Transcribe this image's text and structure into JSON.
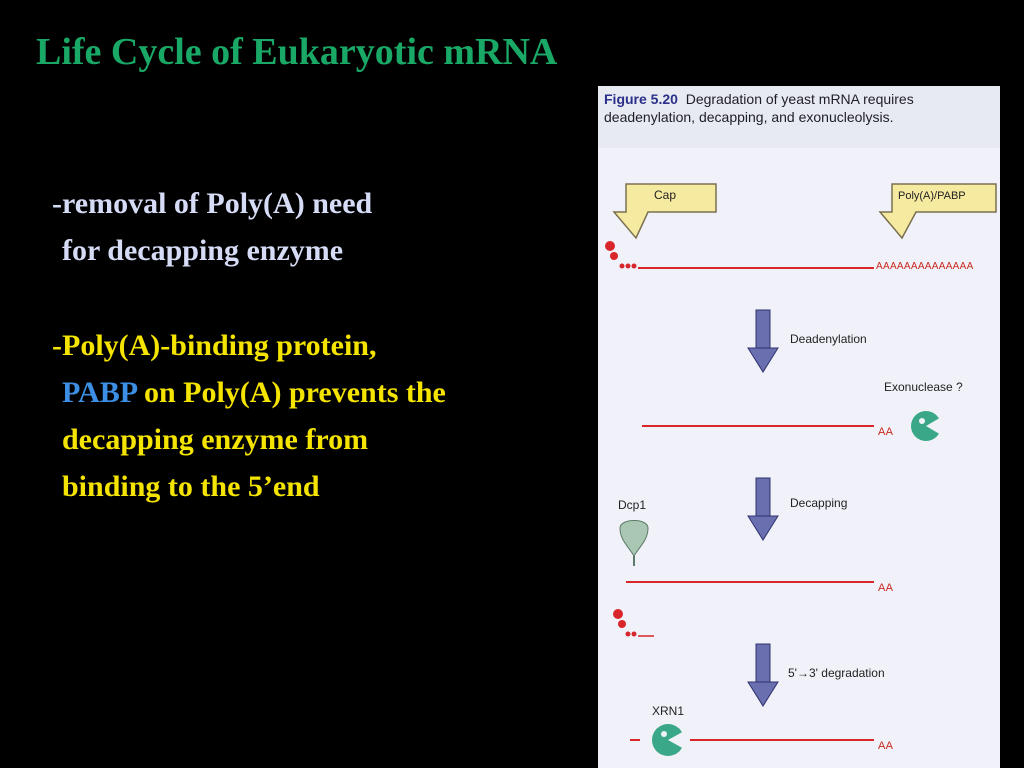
{
  "slide": {
    "title": "Life Cycle of Eukaryotic mRNA",
    "point1": {
      "line1": "-removal of Poly(A) need",
      "line2": "for decapping enzyme"
    },
    "point2": {
      "line1": "-Poly(A)-binding protein,",
      "pabp": "PABP",
      "line2_rest": " on Poly(A) prevents the",
      "line3": "decapping enzyme from",
      "line4": "binding to the 5’end"
    }
  },
  "figure": {
    "number": "Figure 5.20",
    "caption": "Degradation of yeast mRNA requires deadenylation, decapping, and exonucleolysis.",
    "labels": {
      "cap": "Cap",
      "polya_pabp": "Poly(A)/PABP",
      "polya_tail": "AAAAAAAAAAAAAA",
      "deadenylation": "Deadenylation",
      "exonuclease": "Exonuclease ?",
      "aa1": "AA",
      "dcp1": "Dcp1",
      "decapping": "Decapping",
      "aa2": "AA",
      "degradation": "5'→3' degradation",
      "xrn1": "XRN1",
      "aa3": "AA"
    }
  }
}
